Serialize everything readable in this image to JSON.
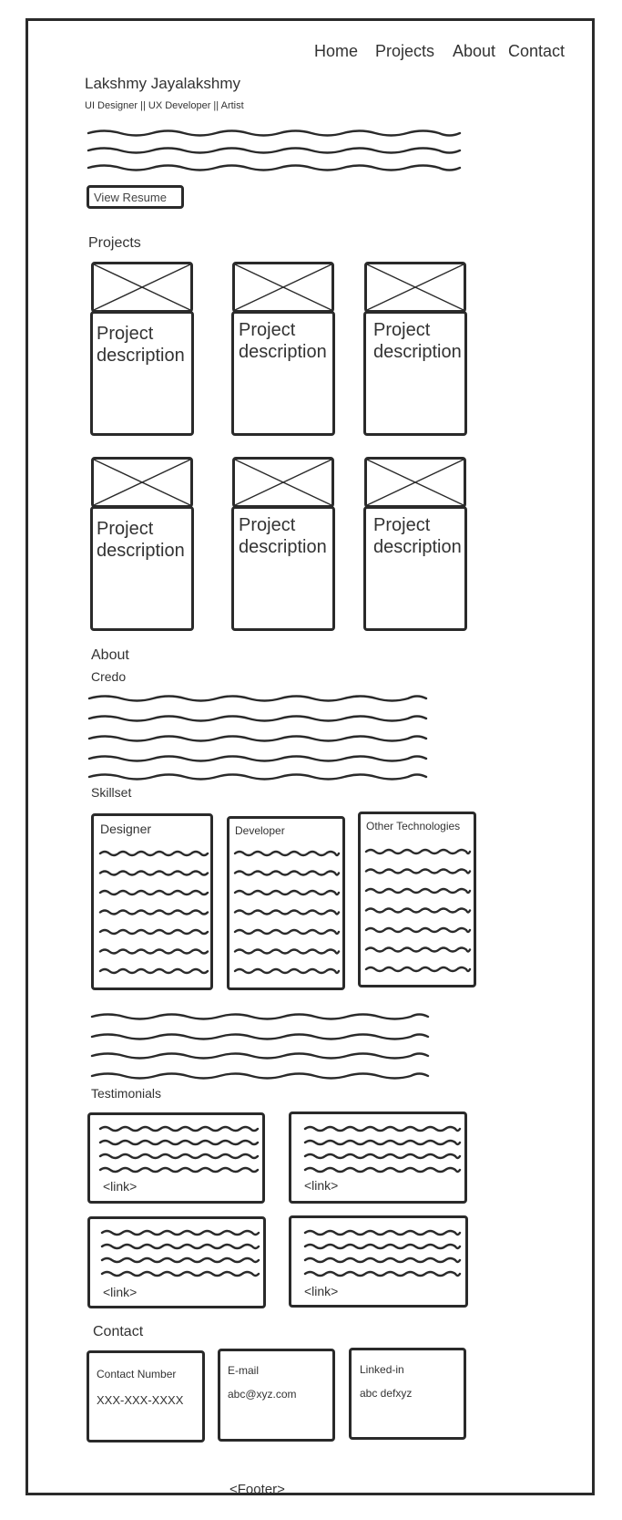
{
  "nav": {
    "home": "Home",
    "projects": "Projects",
    "about": "About",
    "contact": "Contact"
  },
  "header": {
    "name": "Lakshmy Jayalakshmy",
    "tagline": "UI Designer || UX Developer || Artist",
    "resume_button": "View Resume"
  },
  "projects": {
    "heading": "Projects",
    "items": [
      {
        "description": "Project description"
      },
      {
        "description": "Project description"
      },
      {
        "description": "Project description"
      },
      {
        "description": "Project description"
      },
      {
        "description": "Project description"
      },
      {
        "description": "Project description"
      }
    ]
  },
  "about": {
    "heading": "About",
    "credo": "Credo",
    "skillset": "Skillset",
    "skills": [
      {
        "label": "Designer"
      },
      {
        "label": "Developer"
      },
      {
        "label": "Other Technologies"
      }
    ]
  },
  "testimonials": {
    "heading": "Testimonials",
    "items": [
      {
        "link": "<link>"
      },
      {
        "link": "<link>"
      },
      {
        "link": "<link>"
      },
      {
        "link": "<link>"
      }
    ]
  },
  "contact": {
    "heading": "Contact",
    "items": [
      {
        "label": "Contact Number",
        "value": "XXX-XXX-XXXX"
      },
      {
        "label": "E-mail",
        "value": "abc@xyz.com"
      },
      {
        "label": "Linked-in",
        "value": "abc defxyz"
      }
    ]
  },
  "footer": {
    "text": "<Footer>"
  }
}
